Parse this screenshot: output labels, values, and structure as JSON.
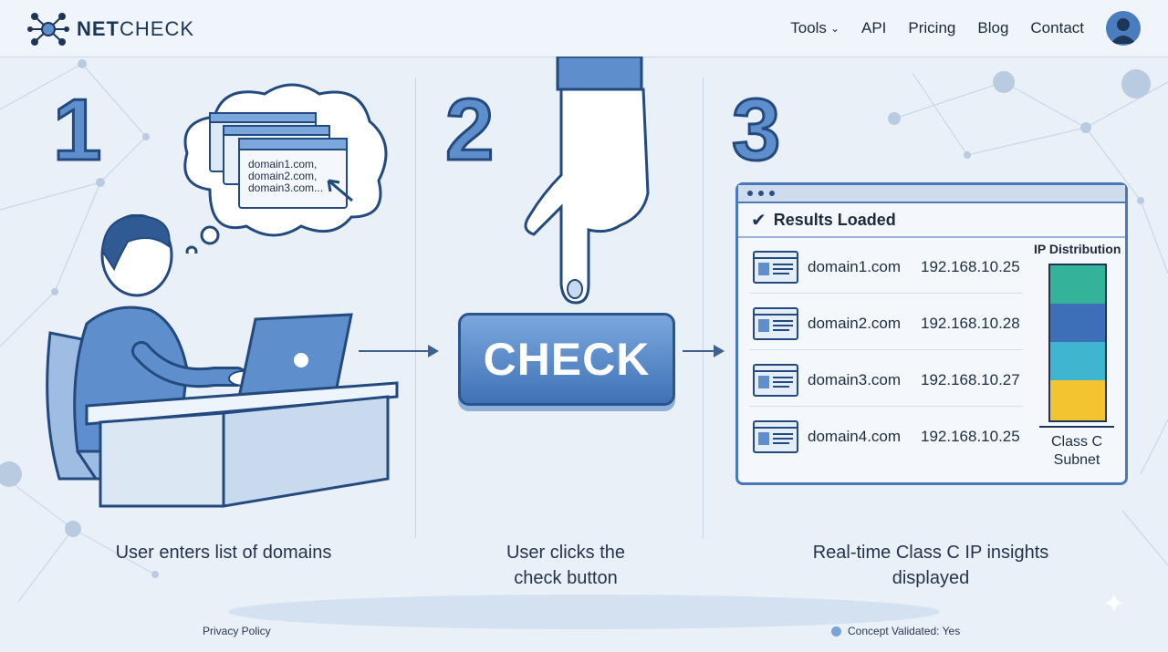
{
  "brand": {
    "name_bold": "NET",
    "name_rest": "CHECK"
  },
  "nav": {
    "tools": "Tools",
    "api": "API",
    "pricing": "Pricing",
    "blog": "Blog",
    "contact": "Contact"
  },
  "steps": [
    {
      "number": "1",
      "caption": "User enters list of domains",
      "cloud_lines": [
        "domain1.com,",
        "domain2.com,",
        "domain3.com..."
      ]
    },
    {
      "number": "2",
      "caption_line1": "User clicks the",
      "caption_line2": "check button",
      "button_label": "CHECK"
    },
    {
      "number": "3",
      "caption_line1": "Real-time Class C IP insights",
      "caption_line2": "displayed"
    }
  ],
  "results": {
    "title": "Results Loaded",
    "rows": [
      {
        "domain": "domain1.com",
        "ip": "192.168.10.25"
      },
      {
        "domain": "domain2.com",
        "ip": "192.168.10.28"
      },
      {
        "domain": "domain3.com",
        "ip": "192.168.10.27"
      },
      {
        "domain": "domain4.com",
        "ip": "192.168.10.25"
      }
    ],
    "distribution": {
      "title": "IP Distribution",
      "label_line1": "Class C",
      "label_line2": "Subnet",
      "segments": [
        "#34b39a",
        "#3c6fb8",
        "#3fb5cf",
        "#f4c330"
      ]
    }
  },
  "footer": {
    "privacy": "Privacy Policy",
    "validated": "Concept Validated: Yes"
  },
  "colors": {
    "accent": "#4a7cc0",
    "button": "#3f72b6"
  }
}
